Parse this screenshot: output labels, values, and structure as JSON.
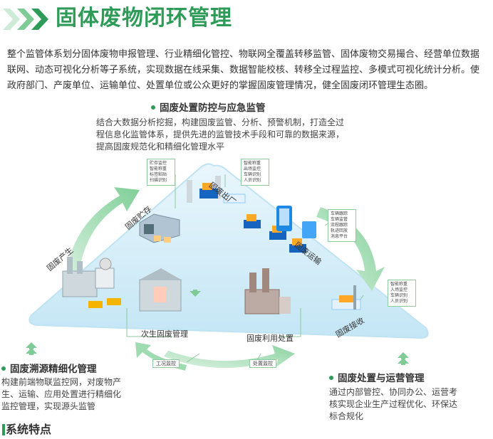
{
  "header": {
    "title": "固体废物闭环管理"
  },
  "intro": {
    "text": "整个监管体系划分固体废物申报管理、行业精细化管控、物联网全覆盖转移监管、固体废物交易撮合、经营单位数据联网、动态可视化分析等子系统，实现数据在线采集、数据智能校核、转移全过程监控、多模式可视化统计分析。使政府部门、产废单位、运输单位、处置单位或公众更好的掌握固废管理情况，健全固废闭环管理生态圈。"
  },
  "sections": {
    "top": {
      "title": "固废处置防控与应急监管",
      "text_lines": [
        "结合大数据分析挖掘，构建固废监管、分析、预警机制，打造全过",
        "程信息化监管体系，提供先进的监管技术手段和可靠的数据来源，",
        "提高固废规范化和精细化管理水平"
      ]
    },
    "left": {
      "title": "固废溯源精细化管理",
      "text_lines": [
        "构建前端物联监控网，对废物产",
        "生、运输、应用处置进行精细化",
        "监控管理，实现源头监管"
      ]
    },
    "right": {
      "title": "固废处置与运营管理",
      "text_lines": [
        "通过内部管控、协同办公、运营考",
        "核实现企业生产过程优化、环保达",
        "标合规化"
      ]
    }
  },
  "stages": {
    "produce": "固废产生",
    "storage": "固废贮存",
    "exit": "固废出厂",
    "transport": "固废运输",
    "receive": "固废接收",
    "utilize": "固废利用处置",
    "secondary": "次生固废管理"
  },
  "boxes": {
    "storage_lines": [
      "贮存监控",
      "智能称重",
      "标签粘贴",
      "扫描识别"
    ],
    "exit_lines": [
      "智能称重",
      "出场监控",
      "车辆识别",
      "人员识别"
    ],
    "transport_lines": [
      "车辆跟踪",
      "车辆监管",
      "流程跟踪",
      "轨迹回放",
      "消息平台"
    ],
    "receive_lines": [
      "智能称重",
      "入场监控",
      "车辆识别",
      "人员识别"
    ],
    "condition": "工况监控",
    "disposal": "处置监控"
  },
  "footer": {
    "title": "系统特点"
  },
  "colors": {
    "accent": "#2f9b58",
    "arrow": "#8fd3a4",
    "triangle": "#d3eef9"
  }
}
